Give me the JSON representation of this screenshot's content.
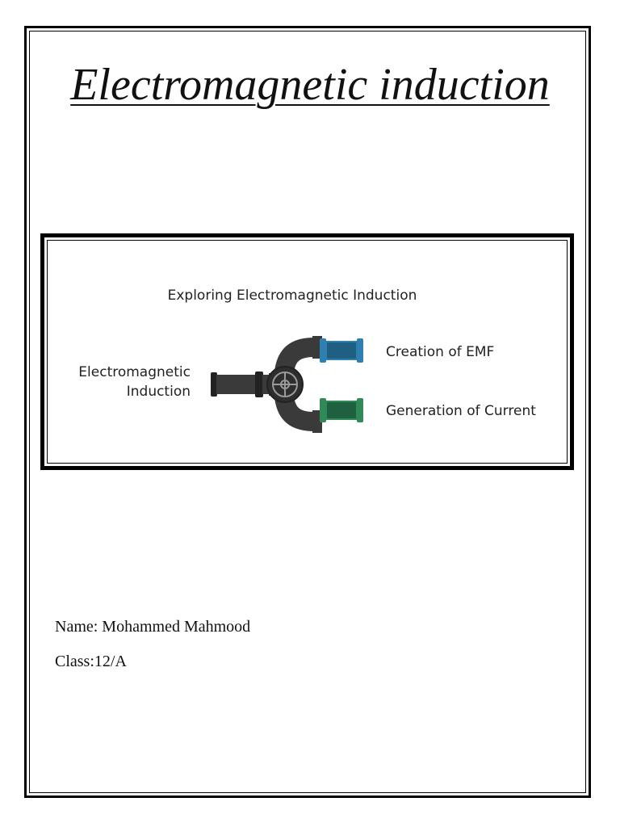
{
  "document": {
    "title": "Electromagnetic induction",
    "name_line": "Name: Mohammed Mahmood",
    "class_line": "Class:12/A"
  },
  "diagram": {
    "heading": "Exploring Electromagnetic Induction",
    "source_label_line1": "Electromagnetic",
    "source_label_line2": "Induction",
    "branch_top_label": "Creation of EMF",
    "branch_bottom_label": "Generation of Current",
    "colors": {
      "pipe": "#3a3a3a",
      "pipe_dark": "#222222",
      "branch_top": "#2f7fb0",
      "branch_bottom": "#2f8a57"
    }
  }
}
